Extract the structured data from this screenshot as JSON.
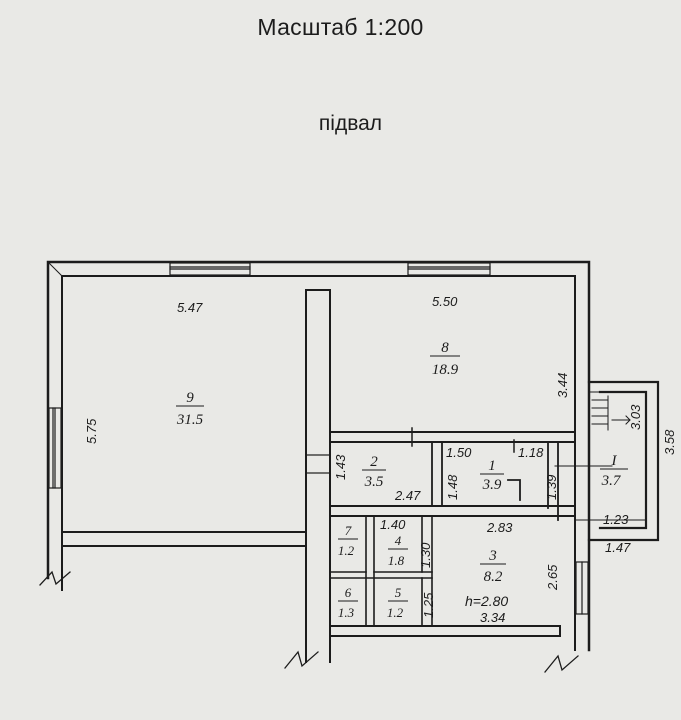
{
  "header": {
    "scale": "Масштаб 1:200",
    "floor": "підвал"
  },
  "rooms": [
    {
      "id": "room-9",
      "number": "9",
      "area": "31.5"
    },
    {
      "id": "room-8",
      "number": "8",
      "area": "18.9"
    },
    {
      "id": "room-2",
      "number": "2",
      "area": "3.5"
    },
    {
      "id": "room-1",
      "number": "1",
      "area": "3.9"
    },
    {
      "id": "room-I",
      "number": "I",
      "area": "3.7"
    },
    {
      "id": "room-7",
      "number": "7",
      "area": "1.2"
    },
    {
      "id": "room-4",
      "number": "4",
      "area": "1.8"
    },
    {
      "id": "room-3",
      "number": "3",
      "area": "8.2"
    },
    {
      "id": "room-6",
      "number": "6",
      "area": "1.3"
    },
    {
      "id": "room-5",
      "number": "5",
      "area": "1.2"
    }
  ],
  "dimensions": {
    "top_left": "5.47",
    "top_right": "5.50",
    "left_height": "5.75",
    "right_height": "3.44",
    "room2_height": "1.43",
    "room1_width_a": "1.50",
    "room1_width_b": "1.18",
    "room1_height": "1.48",
    "room1_right": "1.39",
    "corridor_width": "2.47",
    "room3_width": "2.83",
    "room4_width": "1.40",
    "room4_height": "1.30",
    "room5_height": "1.25",
    "right_lower": "2.65",
    "bottom_width": "3.34",
    "ceiling_height": "h=2.80",
    "annex_inner": "3.03",
    "annex_outer": "3.58",
    "annex_width_a": "1.23",
    "annex_width_b": "1.47"
  }
}
